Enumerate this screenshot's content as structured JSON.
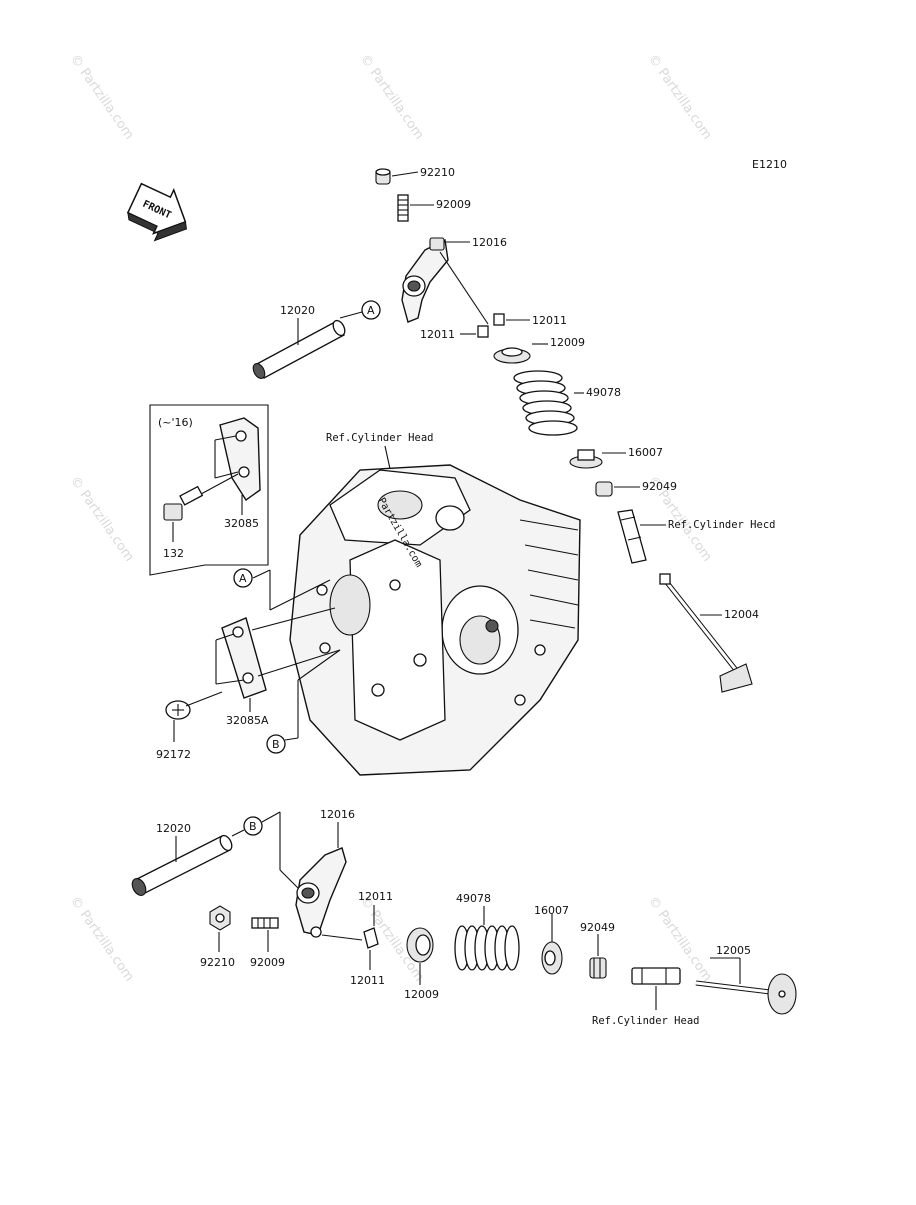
{
  "diagram": {
    "code": "E1210",
    "front_label": "FRONT",
    "watermark": "© Partzilla.com",
    "watermark_center": "Partzilla.com",
    "variant_note": "(~'16)",
    "markers": {
      "a": "A",
      "b": "B"
    },
    "refs": {
      "cyl_head_top": "Ref.Cylinder Head",
      "cyl_head_right": "Ref.Cylinder Hecd",
      "cyl_head_bottom": "Ref.Cylinder Head"
    },
    "parts": {
      "p92210_top": "92210",
      "p92009_top": "92009",
      "p12016_top": "12016",
      "p12020_top": "12020",
      "p12011_top_r": "12011",
      "p12011_top_l": "12011",
      "p12009_top": "12009",
      "p49078_top": "49078",
      "p16007_top": "16007",
      "p92049_top": "92049",
      "p12004": "12004",
      "p32085": "32085",
      "p132": "132",
      "p32085A": "32085A",
      "p92172": "92172",
      "p12020_bot": "12020",
      "p12016_bot": "12016",
      "p12011_bot_a": "12011",
      "p12011_bot_b": "12011",
      "p49078_bot": "49078",
      "p16007_bot": "16007",
      "p92049_bot": "92049",
      "p12005": "12005",
      "p92210_bot": "92210",
      "p92009_bot": "92009",
      "p12009_bot": "12009"
    }
  }
}
